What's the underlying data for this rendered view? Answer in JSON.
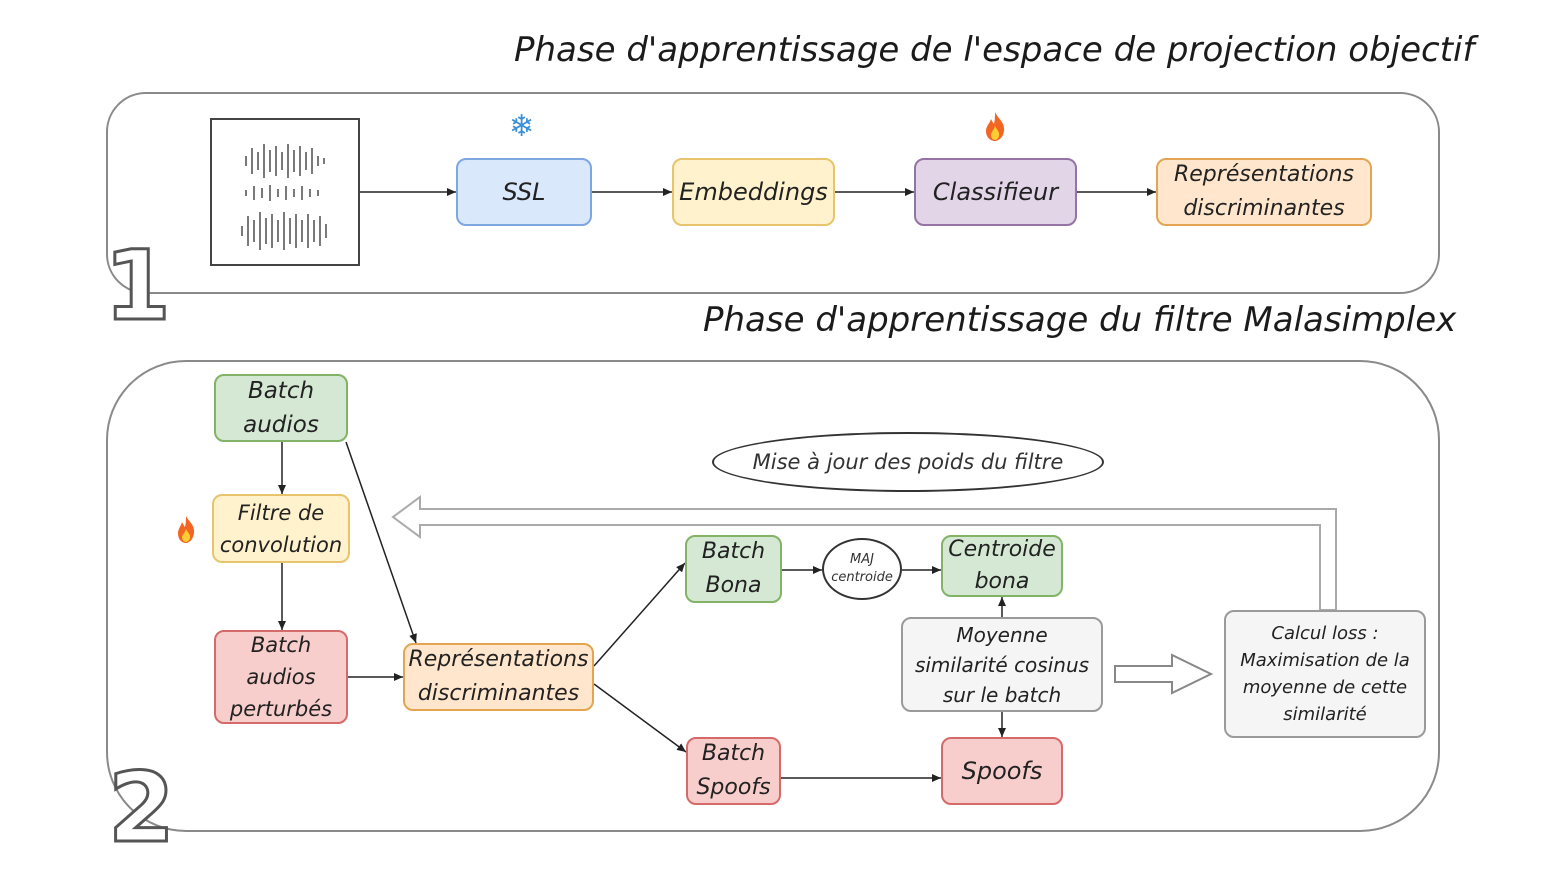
{
  "phase1": {
    "title": "Phase d'apprentissage de l'espace de projection objectif",
    "number": "1",
    "nodes": {
      "ssl": "SSL",
      "embeddings": "Embeddings",
      "classifier": "Classifieur",
      "representations": "Représentations discriminantes"
    },
    "icons": {
      "frozen": "snowflake-icon",
      "trainable": "fire-icon"
    }
  },
  "phase2": {
    "title": "Phase d'apprentissage du filtre Malasimplex",
    "number": "2",
    "nodes": {
      "batch_audios": "Batch audios",
      "filter": "Filtre de convolution",
      "batch_perturbed": "Batch audios perturbés",
      "representations": "Représentations discriminantes",
      "batch_bona": "Batch Bona",
      "ma_centroid": "MAJ centroide",
      "centroid_bona": "Centroide bona",
      "mean_similarity": "Moyenne similarité cosinus sur le batch",
      "batch_spoofs": "Batch Spoofs",
      "spoofs": "Spoofs",
      "loss": "Calcul loss : Maximisation de la moyenne de cette similarité",
      "weights_update": "Mise à jour des poids du filtre"
    },
    "icons": {
      "trainable": "fire-icon"
    }
  },
  "colors": {
    "blue": "#dae8fc",
    "yellow": "#fff2cc",
    "orange": "#ffe6cc",
    "purple": "#e1d5e7",
    "green": "#d5e8d4",
    "red": "#f8cecc",
    "grey": "#f5f5f5"
  }
}
